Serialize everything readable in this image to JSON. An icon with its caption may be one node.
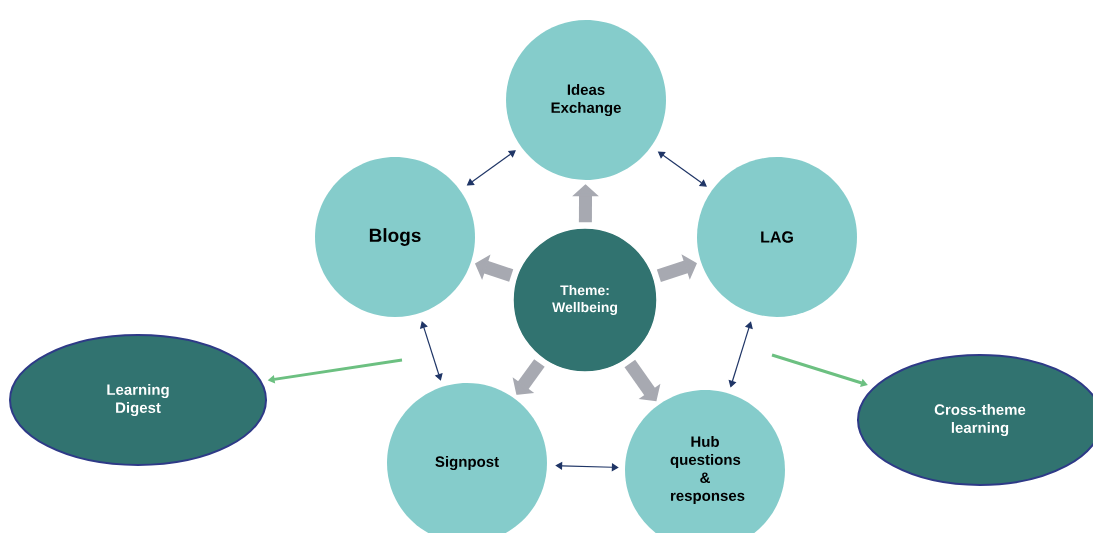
{
  "diagram": {
    "nodes": [
      {
        "text": [
          "Ideas Exchange"
        ]
      },
      {
        "text": [
          "Blogs"
        ]
      },
      {
        "text": [
          "LAG"
        ]
      },
      {
        "text": [
          "Theme: Wellbeing"
        ]
      },
      {
        "text": [
          "Signpost"
        ]
      },
      {
        "text": [
          "Hub questions & responses"
        ]
      },
      {
        "text": [
          "Learning Digest"
        ]
      },
      {
        "text": [
          "Cross-theme learning"
        ]
      }
    ],
    "edges": [
      {
        "from": 1,
        "to": 0,
        "arrow": "both"
      },
      {
        "from": 0,
        "to": 2,
        "arrow": "both"
      },
      {
        "from": 1,
        "to": 4,
        "arrow": "both"
      },
      {
        "from": 2,
        "to": 5,
        "arrow": "both"
      },
      {
        "from": 4,
        "to": 5,
        "arrow": "both"
      },
      {
        "from": 3,
        "to": 0,
        "arrow": "to",
        "style": "thick",
        "color": "#a7a9b1"
      },
      {
        "from": 3,
        "to": 1,
        "arrow": "to",
        "style": "thick",
        "color": "#a7a9b1"
      },
      {
        "from": 3,
        "to": 2,
        "arrow": "to",
        "style": "thick",
        "color": "#a7a9b1"
      },
      {
        "from": 3,
        "to": 4,
        "arrow": "to",
        "style": "thick",
        "color": "#a7a9b1"
      },
      {
        "from": 3,
        "to": 5,
        "arrow": "to",
        "style": "thick",
        "color": "#a7a9b1"
      },
      {
        "from": null,
        "to": 6,
        "arrow": "to",
        "color": "#6cc081"
      },
      {
        "from": null,
        "to": 7,
        "arrow": "to",
        "color": "#6cc081"
      }
    ]
  }
}
